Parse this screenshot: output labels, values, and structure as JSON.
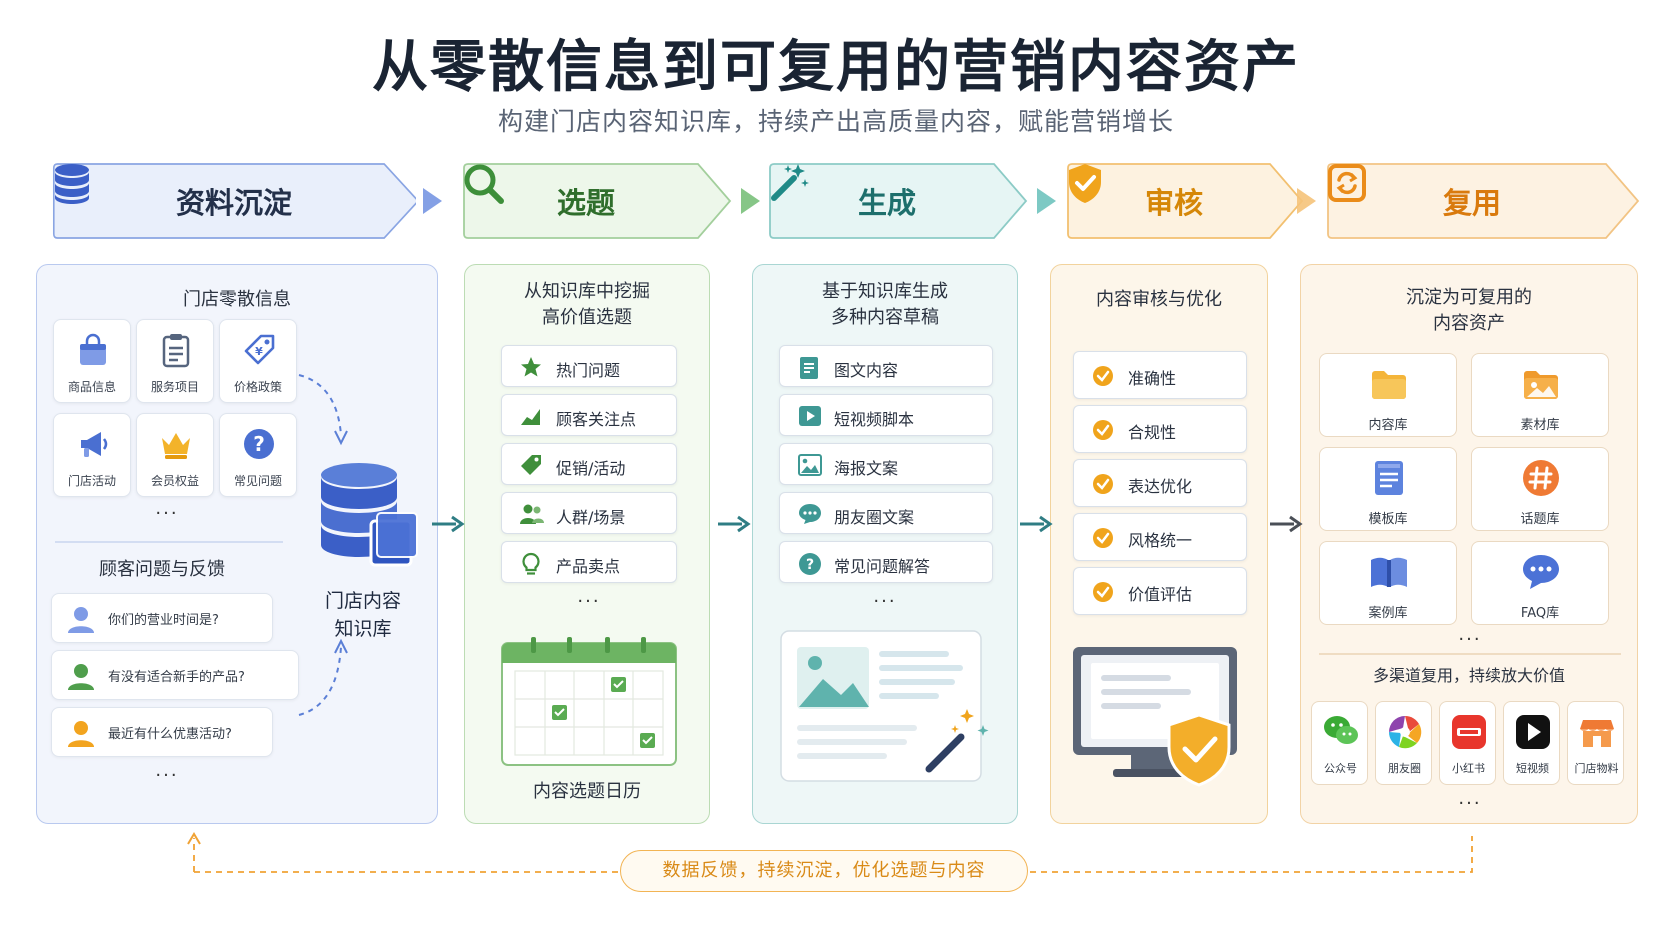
{
  "header": {
    "title": "从零散信息到可复用的营销内容资产",
    "subtitle": "构建门店内容知识库，持续产出高质量内容，赋能营销增长"
  },
  "colors": {
    "blue": "#4a6fd1",
    "green": "#3e8d3e",
    "teal": "#1f8a87",
    "orange": "#e79a1c",
    "text": "#1a2433"
  },
  "stages": [
    {
      "label": "资料沉淀",
      "icon": "database-icon"
    },
    {
      "label": "选题",
      "icon": "search-icon"
    },
    {
      "label": "生成",
      "icon": "magic-wand-icon"
    },
    {
      "label": "审核",
      "icon": "shield-check-icon"
    },
    {
      "label": "复用",
      "icon": "reuse-icon"
    }
  ],
  "sediment": {
    "scattered_title": "门店零散信息",
    "tiles": [
      {
        "label": "商品信息",
        "icon": "shopping-bag-icon"
      },
      {
        "label": "服务项目",
        "icon": "clipboard-icon"
      },
      {
        "label": "价格政策",
        "icon": "price-tag-icon"
      },
      {
        "label": "门店活动",
        "icon": "megaphone-icon"
      },
      {
        "label": "会员权益",
        "icon": "crown-icon"
      },
      {
        "label": "常见问题",
        "icon": "question-icon"
      }
    ],
    "ellipsis": "···",
    "feedback_title": "顾客问题与反馈",
    "questions": [
      "你们的营业时间是?",
      "有没有适合新手的产品?",
      "最近有什么优惠活动?"
    ],
    "kb_label_line1": "门店内容",
    "kb_label_line2": "知识库"
  },
  "topic": {
    "caption_line1": "从知识库中挖掘",
    "caption_line2": "高价值选题",
    "items": [
      {
        "label": "热门问题",
        "icon": "star-icon"
      },
      {
        "label": "顾客关注点",
        "icon": "trend-icon"
      },
      {
        "label": "促销/活动",
        "icon": "tag-icon"
      },
      {
        "label": "人群/场景",
        "icon": "people-icon"
      },
      {
        "label": "产品卖点",
        "icon": "bulb-icon"
      }
    ],
    "ellipsis": "···",
    "calendar_label": "内容选题日历"
  },
  "generate": {
    "caption_line1": "基于知识库生成",
    "caption_line2": "多种内容草稿",
    "items": [
      {
        "label": "图文内容",
        "icon": "doc-icon"
      },
      {
        "label": "短视频脚本",
        "icon": "play-icon"
      },
      {
        "label": "海报文案",
        "icon": "image-icon"
      },
      {
        "label": "朋友圈文案",
        "icon": "chat-icon"
      },
      {
        "label": "常见问题解答",
        "icon": "question-icon"
      }
    ],
    "ellipsis": "···"
  },
  "review": {
    "caption": "内容审核与优化",
    "items": [
      {
        "label": "准确性"
      },
      {
        "label": "合规性"
      },
      {
        "label": "表达优化"
      },
      {
        "label": "风格统一"
      },
      {
        "label": "价值评估"
      }
    ]
  },
  "reuse": {
    "caption_line1": "沉淀为可复用的",
    "caption_line2": "内容资产",
    "assets": [
      {
        "label": "内容库",
        "icon": "folder-icon"
      },
      {
        "label": "素材库",
        "icon": "image-folder-icon"
      },
      {
        "label": "模板库",
        "icon": "template-icon"
      },
      {
        "label": "话题库",
        "icon": "hashtag-icon"
      },
      {
        "label": "案例库",
        "icon": "book-icon"
      },
      {
        "label": "FAQ库",
        "icon": "faq-chat-icon"
      }
    ],
    "ellipsis": "···",
    "channels_title": "多渠道复用，持续放大价值",
    "channels": [
      {
        "label": "公众号",
        "icon": "wechat-icon"
      },
      {
        "label": "朋友圈",
        "icon": "moments-icon"
      },
      {
        "label": "小红书",
        "icon": "xiaohongshu-icon"
      },
      {
        "label": "短视频",
        "icon": "short-video-icon"
      },
      {
        "label": "门店物料",
        "icon": "store-icon"
      }
    ],
    "ellipsis2": "···"
  },
  "feedback_loop": "数据反馈，持续沉淀，优化选题与内容"
}
